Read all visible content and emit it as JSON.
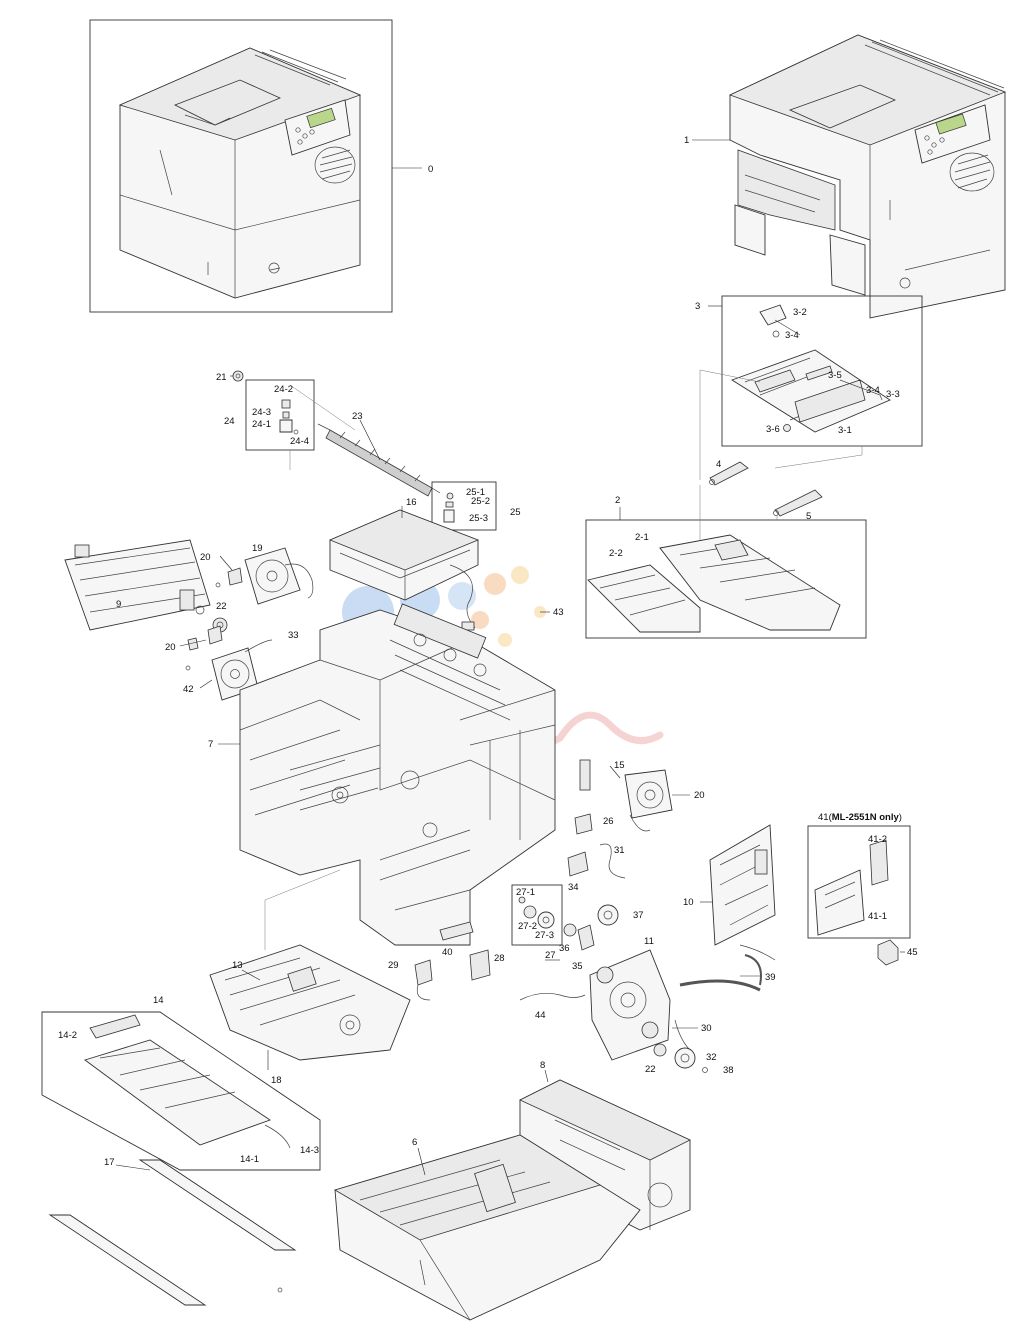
{
  "callouts": [
    {
      "id": "c0",
      "text": "0"
    },
    {
      "id": "c1",
      "text": "1"
    },
    {
      "id": "c3",
      "text": "3"
    },
    {
      "id": "c3-2",
      "text": "3-2"
    },
    {
      "id": "c3-4a",
      "text": "3-4"
    },
    {
      "id": "c3-5",
      "text": "3-5"
    },
    {
      "id": "c3-4b",
      "text": "3-4"
    },
    {
      "id": "c3-3",
      "text": "3-3"
    },
    {
      "id": "c3-6",
      "text": "3-6"
    },
    {
      "id": "c3-1",
      "text": "3-1"
    },
    {
      "id": "c21",
      "text": "21"
    },
    {
      "id": "c24-2",
      "text": "24-2"
    },
    {
      "id": "c24-3",
      "text": "24-3"
    },
    {
      "id": "c24",
      "text": "24"
    },
    {
      "id": "c24-1",
      "text": "24-1"
    },
    {
      "id": "c24-4",
      "text": "24-4"
    },
    {
      "id": "c23",
      "text": "23"
    },
    {
      "id": "c25-1",
      "text": "25-1"
    },
    {
      "id": "c25-2",
      "text": "25-2"
    },
    {
      "id": "c25-3",
      "text": "25-3"
    },
    {
      "id": "c25",
      "text": "25"
    },
    {
      "id": "c16",
      "text": "16"
    },
    {
      "id": "c4",
      "text": "4"
    },
    {
      "id": "c2",
      "text": "2"
    },
    {
      "id": "c5",
      "text": "5"
    },
    {
      "id": "c2-1",
      "text": "2-1"
    },
    {
      "id": "c2-2",
      "text": "2-2"
    },
    {
      "id": "c20a",
      "text": "20"
    },
    {
      "id": "c19",
      "text": "19"
    },
    {
      "id": "c9",
      "text": "9"
    },
    {
      "id": "c22a",
      "text": "22"
    },
    {
      "id": "c33",
      "text": "33"
    },
    {
      "id": "c43",
      "text": "43"
    },
    {
      "id": "c20b",
      "text": "20"
    },
    {
      "id": "c42",
      "text": "42"
    },
    {
      "id": "c7",
      "text": "7"
    },
    {
      "id": "c15",
      "text": "15"
    },
    {
      "id": "c20c",
      "text": "20"
    },
    {
      "id": "c26",
      "text": "26"
    },
    {
      "id": "c31",
      "text": "31"
    },
    {
      "id": "c34",
      "text": "34"
    },
    {
      "id": "c27-1",
      "text": "27-1"
    },
    {
      "id": "c27-2",
      "text": "27-2"
    },
    {
      "id": "c27-3",
      "text": "27-3"
    },
    {
      "id": "c27",
      "text": "27"
    },
    {
      "id": "c36",
      "text": "36"
    },
    {
      "id": "c35",
      "text": "35"
    },
    {
      "id": "c37",
      "text": "37"
    },
    {
      "id": "c10",
      "text": "10"
    },
    {
      "id": "c41-2",
      "text": "41-2"
    },
    {
      "id": "c41-1",
      "text": "41-1"
    },
    {
      "id": "c45",
      "text": "45"
    },
    {
      "id": "c11",
      "text": "11"
    },
    {
      "id": "c39",
      "text": "39"
    },
    {
      "id": "c40",
      "text": "40"
    },
    {
      "id": "c28",
      "text": "28"
    },
    {
      "id": "c29",
      "text": "29"
    },
    {
      "id": "c13",
      "text": "13"
    },
    {
      "id": "c44",
      "text": "44"
    },
    {
      "id": "c30",
      "text": "30"
    },
    {
      "id": "c32",
      "text": "32"
    },
    {
      "id": "c22b",
      "text": "22"
    },
    {
      "id": "c38",
      "text": "38"
    },
    {
      "id": "c14",
      "text": "14"
    },
    {
      "id": "c14-2",
      "text": "14-2"
    },
    {
      "id": "c18",
      "text": "18"
    },
    {
      "id": "c14-1",
      "text": "14-1"
    },
    {
      "id": "c14-3",
      "text": "14-3"
    },
    {
      "id": "c8",
      "text": "8"
    },
    {
      "id": "c6",
      "text": "6"
    },
    {
      "id": "c17",
      "text": "17"
    }
  ],
  "option_box": {
    "prefix": "41(",
    "model": "ML-2551N only",
    "suffix": ")"
  },
  "colors": {
    "ink": "#111111",
    "watermark_blue": "#8fb6e6",
    "watermark_orange": "#f2b07a",
    "watermark_yellow": "#f3df8c",
    "watermark_script": "#e8a8a8"
  }
}
